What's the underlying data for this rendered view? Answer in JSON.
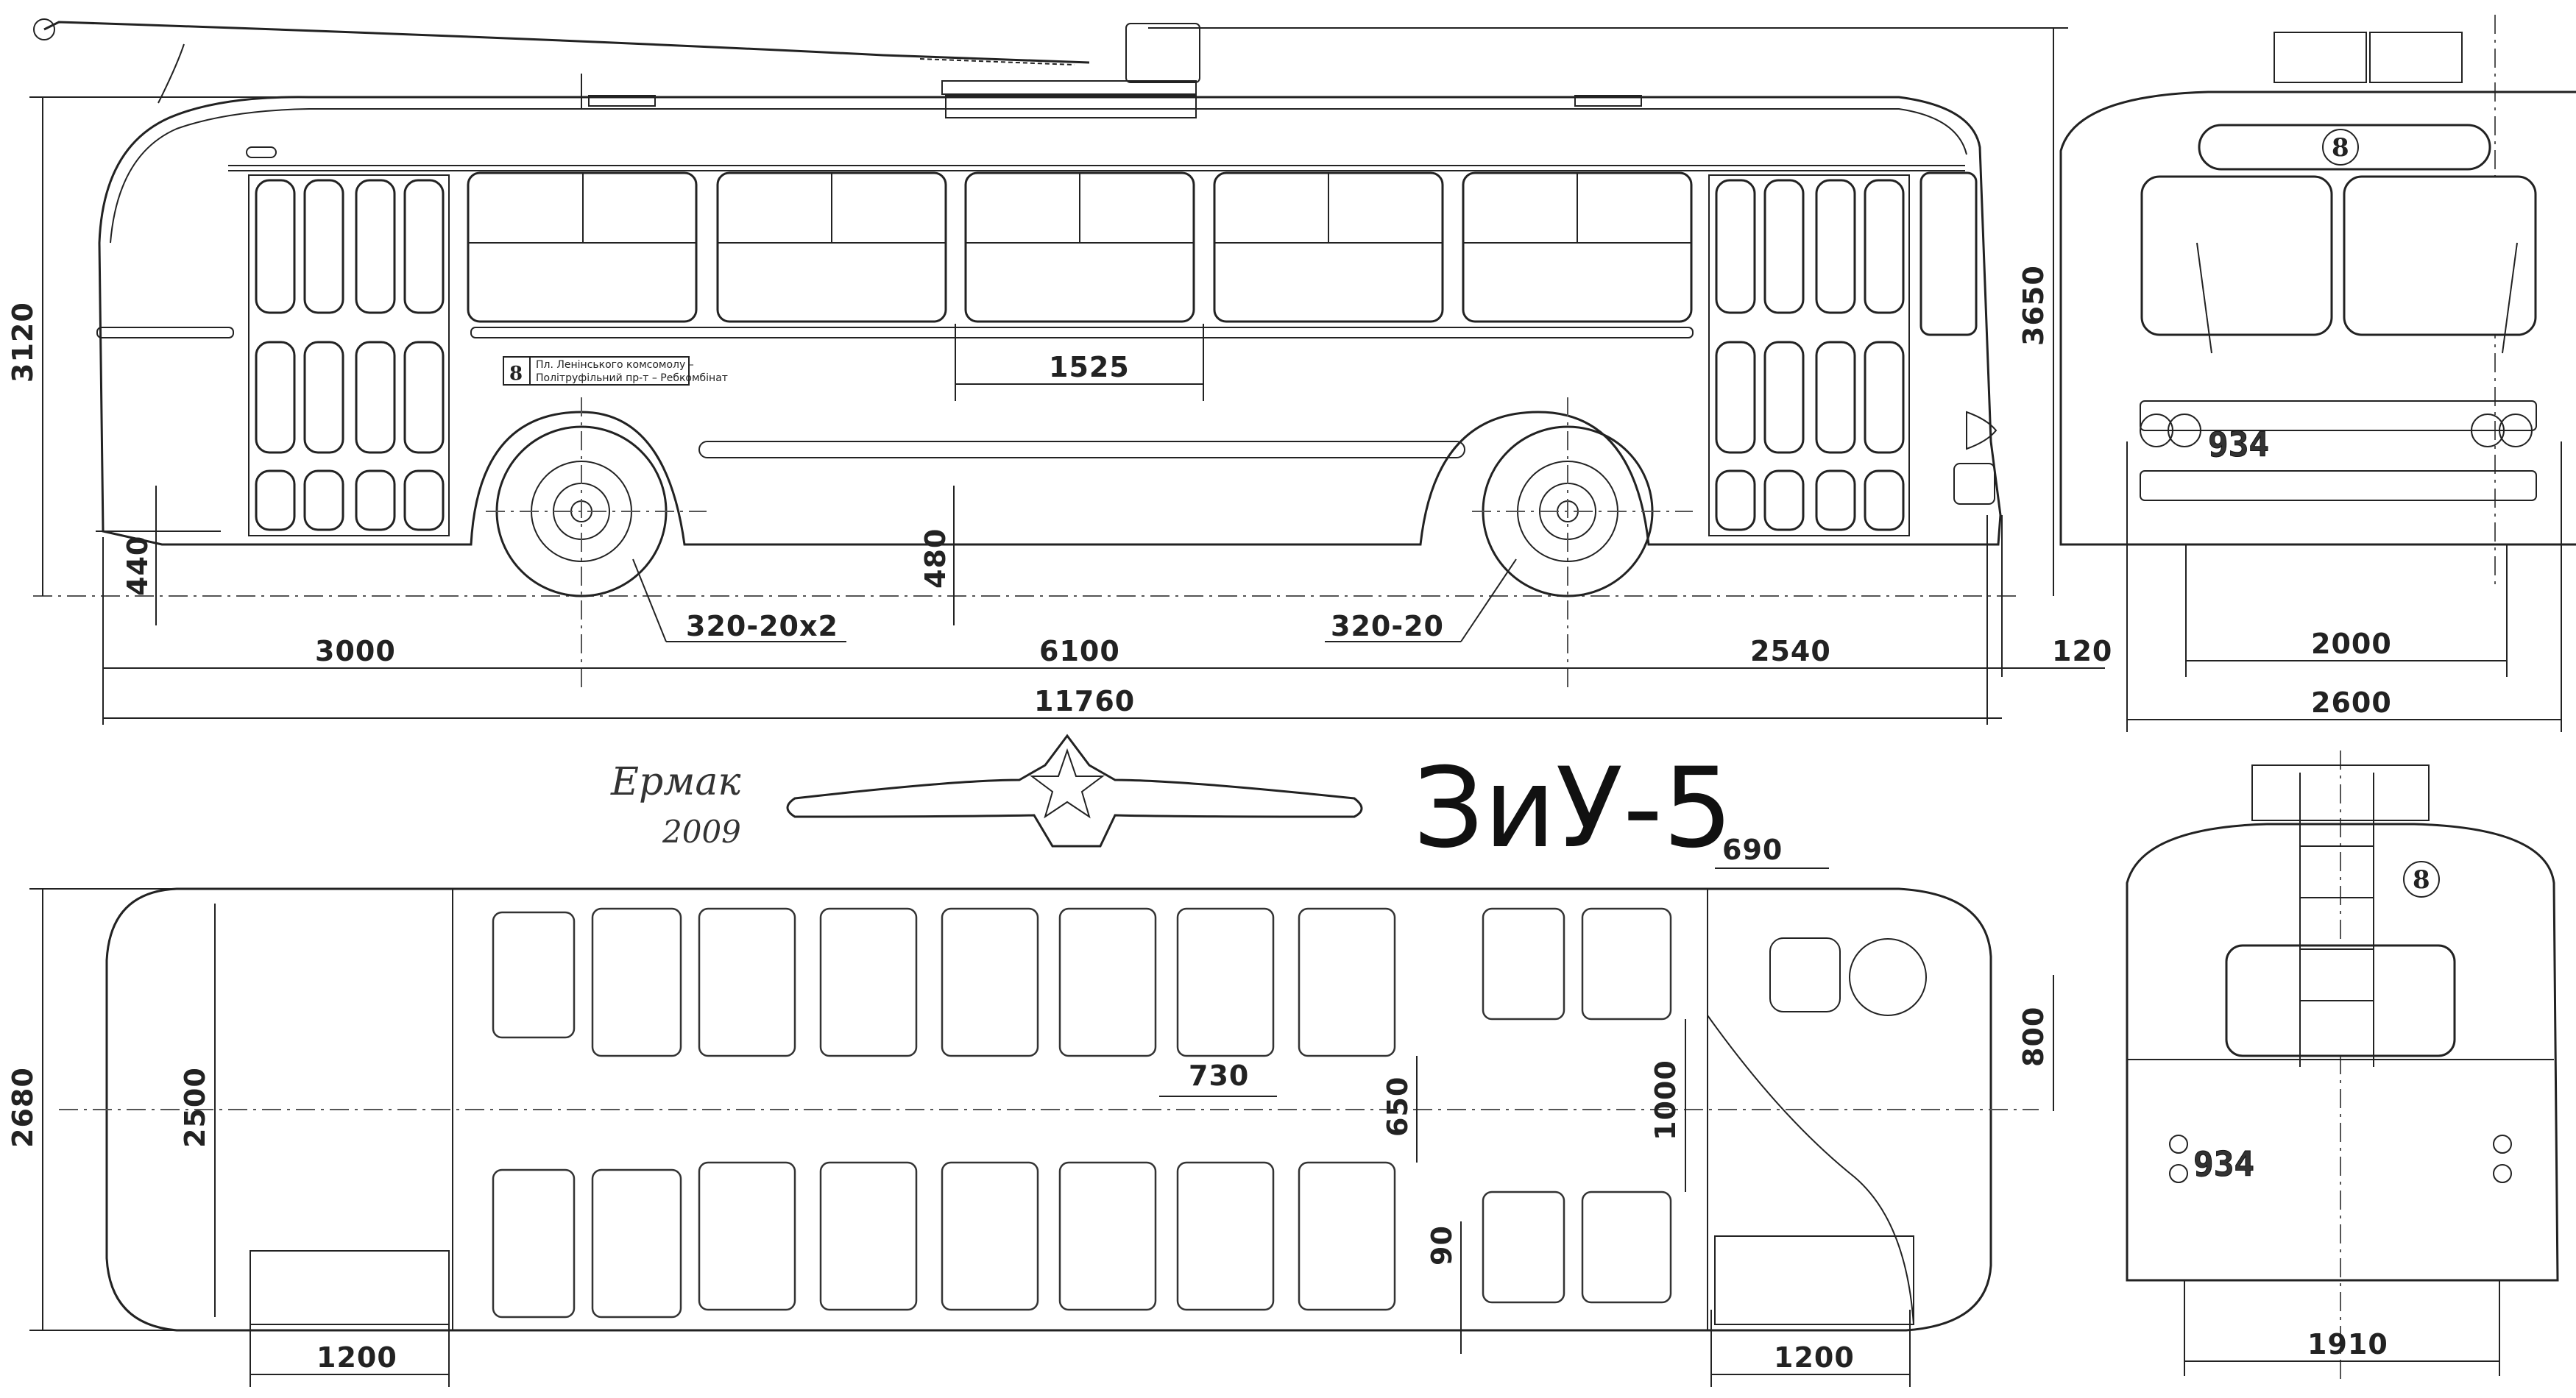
{
  "title": "ЗиУ-5",
  "signature": {
    "name": "Ермак",
    "year": "2009"
  },
  "route_sign": {
    "number": "8",
    "line1": "Пл. Ленінського комсомолу –",
    "line2": "Політруфільний пр-т – Ребкомбінат"
  },
  "route_number_front": "8",
  "route_number_rear": "8",
  "plate_front": "934",
  "plate_rear": "934",
  "side_view": {
    "dims": {
      "total_height": "3650",
      "body_height": "3120",
      "floor_height": "440",
      "ground_clearance": "480",
      "window_width": "1525",
      "front_overhang": "3000",
      "wheelbase": "6100",
      "rear_overhang": "2540",
      "rear_bumper": "120",
      "total_length": "11760"
    },
    "tire_rear": "320-20x2",
    "tire_front": "320-20"
  },
  "front_view": {
    "dims": {
      "track": "2000",
      "width": "2600"
    }
  },
  "rear_view": {
    "dims": {
      "rear_track": "1910"
    }
  },
  "plan_view": {
    "dims": {
      "overall_width": "2680",
      "interior_width": "2500",
      "seat_pitch": "730",
      "aisle": "650",
      "door_aisle": "1000",
      "cab_width": "690",
      "cab_depth": "800",
      "seat_gap": "90",
      "rear_door": "1200",
      "front_door": "1200"
    }
  }
}
